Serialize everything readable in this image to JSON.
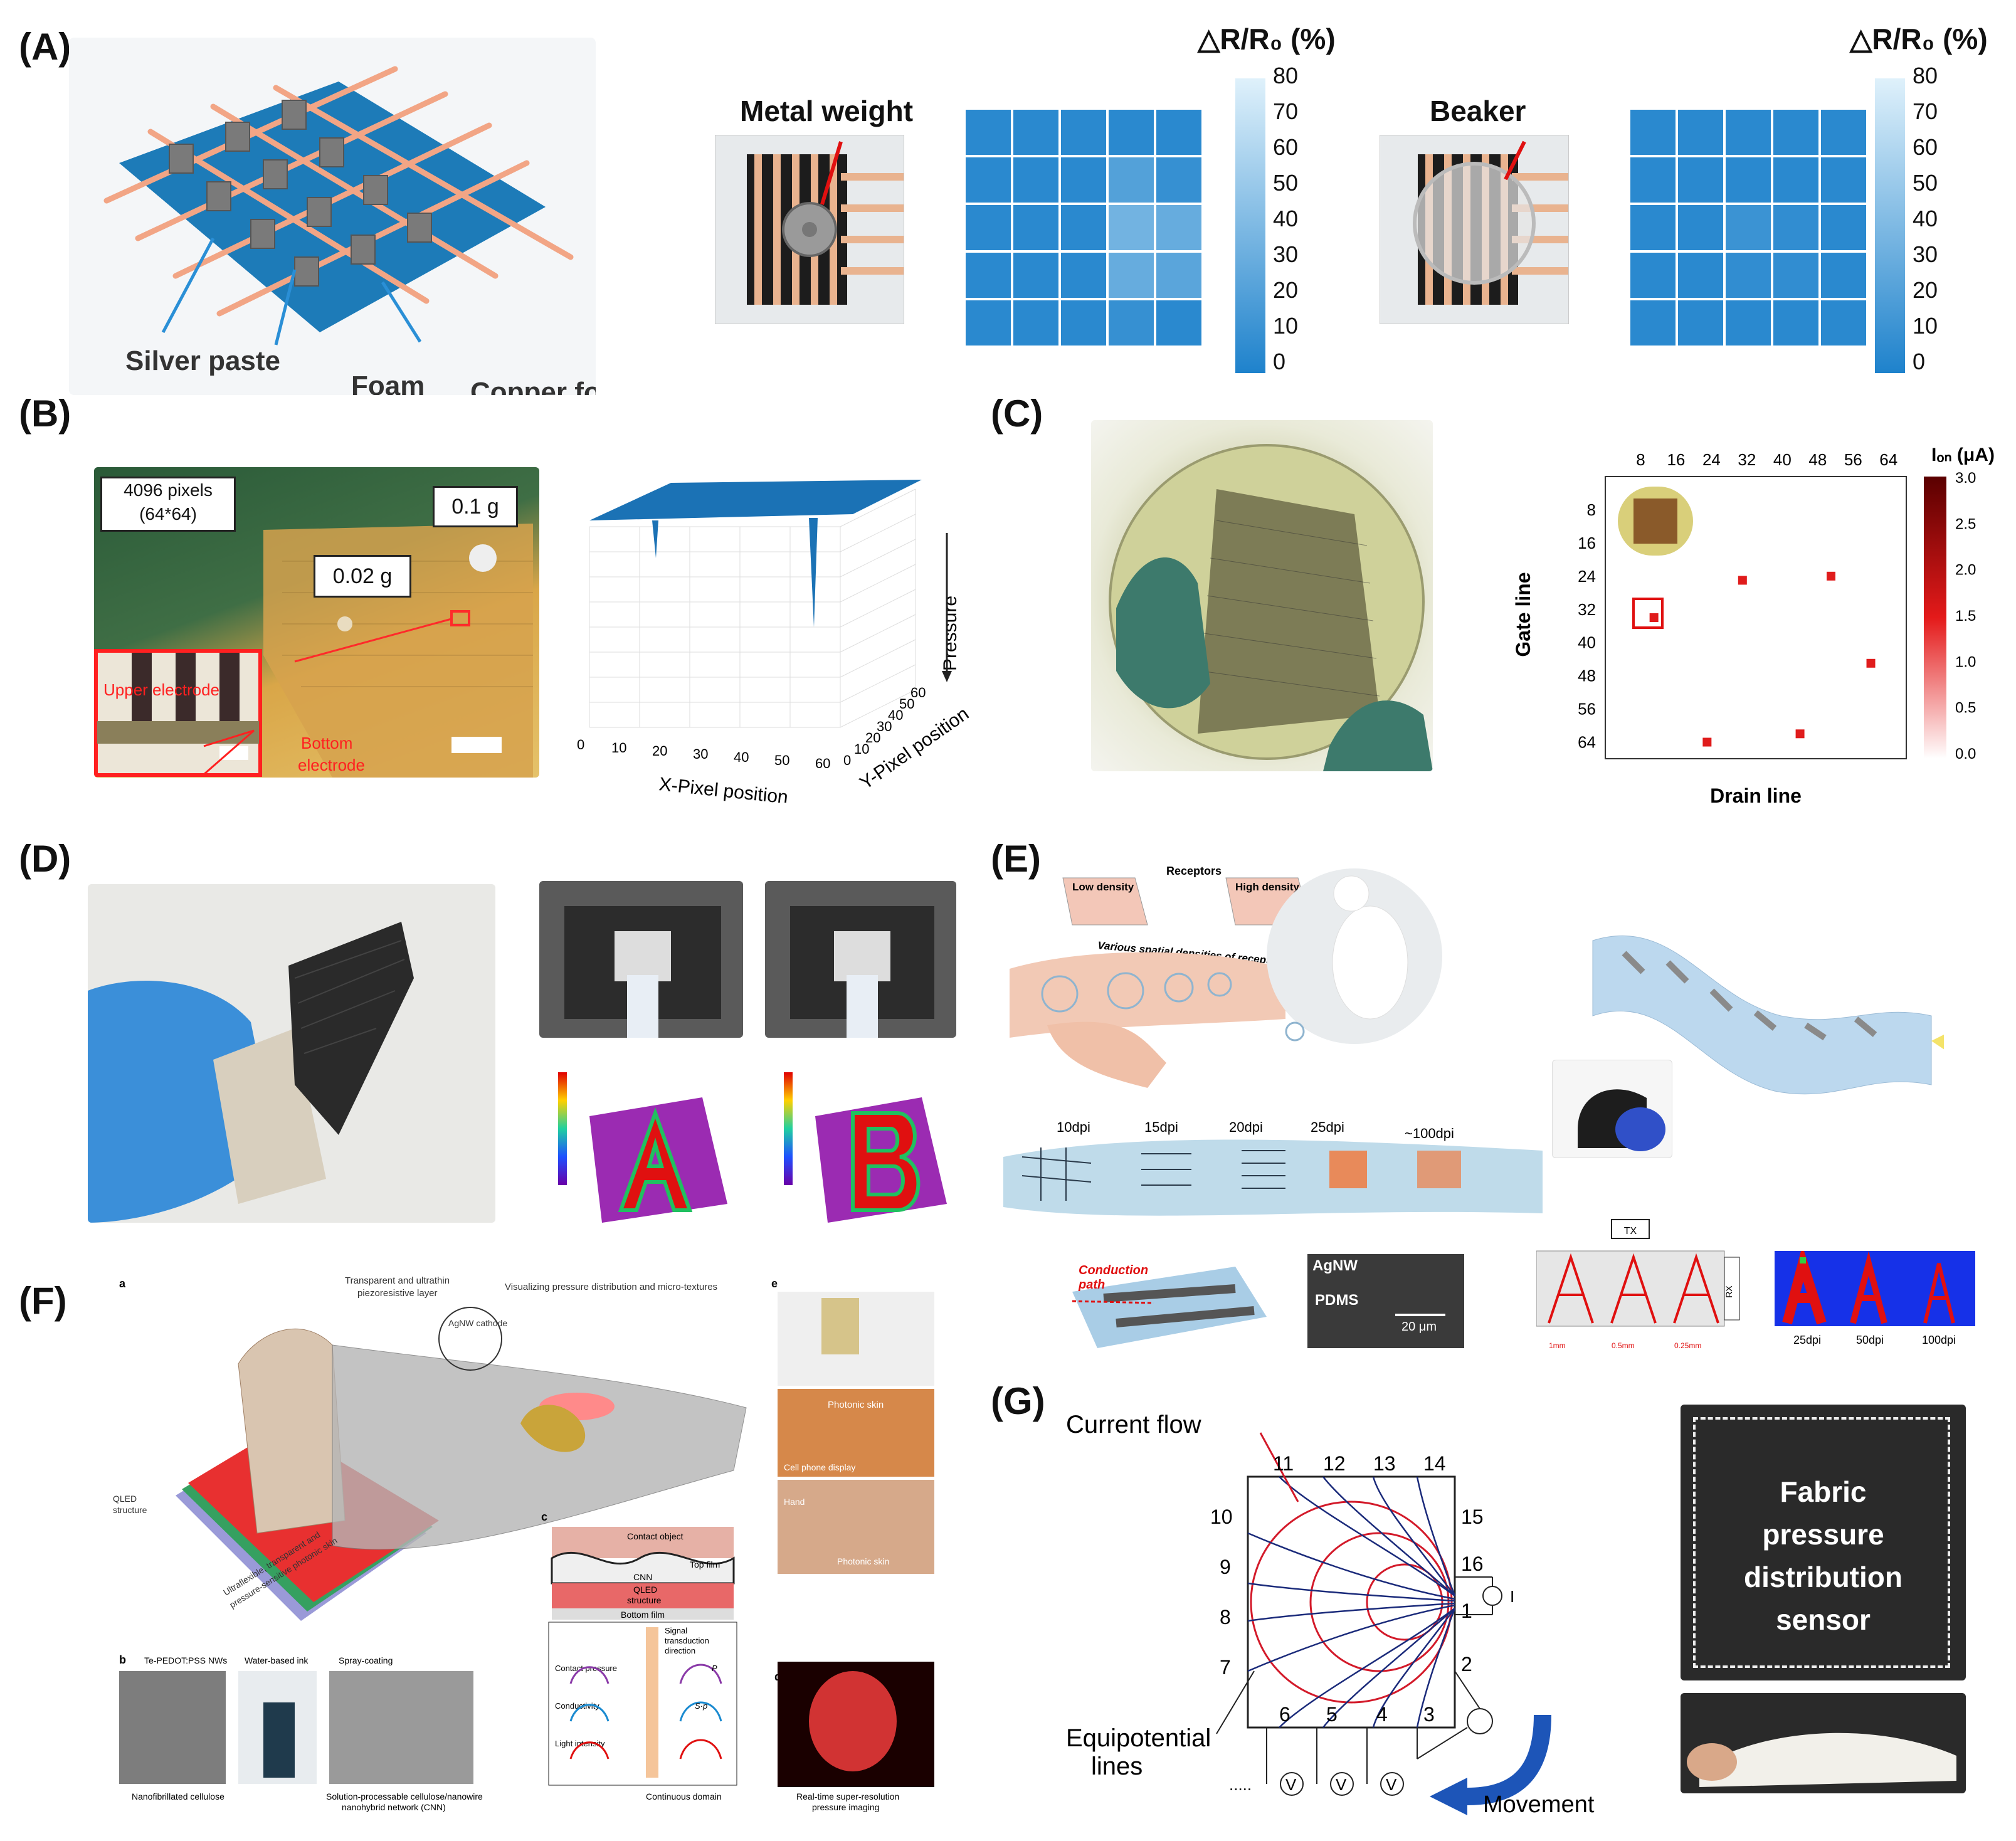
{
  "panel_labels": {
    "A": "(A)",
    "B": "(B)",
    "C": "(C)",
    "D": "(D)",
    "E": "(E)",
    "F": "(F)",
    "G": "(G)"
  },
  "panel_a": {
    "diagram_labels": {
      "silver": "Silver paste",
      "foam": "Foam",
      "copper": "Copper foil"
    },
    "photo1_label": "Metal weight",
    "photo2_label": "Beaker",
    "colorbar_title": "△R/R₀ (%)",
    "colorbar_ticks": [
      "80",
      "70",
      "60",
      "50",
      "40",
      "30",
      "20",
      "10",
      "0"
    ],
    "heatmap1": [
      [
        5,
        5,
        5,
        5,
        5
      ],
      [
        5,
        5,
        5,
        22,
        10
      ],
      [
        5,
        5,
        5,
        35,
        30
      ],
      [
        5,
        5,
        5,
        30,
        25
      ],
      [
        5,
        5,
        5,
        10,
        5
      ]
    ],
    "heatmap2": [
      [
        5,
        5,
        5,
        5,
        5
      ],
      [
        5,
        5,
        5,
        5,
        5
      ],
      [
        5,
        5,
        12,
        8,
        5
      ],
      [
        5,
        5,
        8,
        8,
        5
      ],
      [
        5,
        5,
        5,
        5,
        5
      ]
    ],
    "colors": {
      "low": "#1e82cc",
      "high": "#dff1fb"
    }
  },
  "panel_b": {
    "pixels_box": [
      "4096 pixels",
      "(64*64)"
    ],
    "weight_01": "0.1 g",
    "weight_002": "0.02 g",
    "upper": "Upper electrode",
    "bottom": [
      "Bottom",
      "electrode"
    ],
    "plot": {
      "zlabel": "Pressure",
      "xlabel": "X-Pixel position",
      "ylabel": "Y-Pixel position",
      "xticks": [
        "0",
        "10",
        "20",
        "30",
        "40",
        "50",
        "60"
      ],
      "yticks": [
        "0",
        "10",
        "20",
        "30",
        "40",
        "50",
        "60"
      ]
    }
  },
  "panel_c": {
    "xlabel": "Drain line",
    "ylabel": "Gate line",
    "xticks": [
      "8",
      "16",
      "24",
      "32",
      "40",
      "48",
      "56",
      "64"
    ],
    "yticks": [
      "8",
      "16",
      "24",
      "32",
      "40",
      "48",
      "56",
      "64"
    ],
    "cbar_title": "Iₒₙ (μA)",
    "cbar_ticks": [
      "3.0",
      "2.5",
      "2.0",
      "1.5",
      "1.0",
      "0.5",
      "0.0"
    ],
    "points": [
      [
        11,
        34
      ],
      [
        31,
        25
      ],
      [
        51,
        24
      ],
      [
        60,
        45
      ],
      [
        23,
        64
      ],
      [
        44,
        62
      ]
    ]
  },
  "panel_e": {
    "receptors": "Receptors",
    "low": "Low density",
    "high": "High density",
    "various": "Various spatial densities of receptors",
    "dpi": [
      "10dpi",
      "15dpi",
      "20dpi",
      "25dpi",
      "~100dpi"
    ],
    "conduction": [
      "Conduction",
      "path"
    ],
    "agnw": "AgNW",
    "pdms": "PDMS",
    "scale": "20 μm",
    "tx": "TX",
    "rx": "RX",
    "mm": [
      "1mm",
      "0.5mm",
      "0.25mm"
    ],
    "res": [
      "25dpi",
      "50dpi",
      "100dpi"
    ]
  },
  "panel_f": {
    "a": "a",
    "b": "b",
    "c": "c",
    "d": "d",
    "e": "e",
    "transparent": [
      "Transparent and ultrathin",
      "piezoresistive layer"
    ],
    "visualizing": "Visualizing pressure distribution and micro-textures",
    "agnw_cathode": "AgNW cathode",
    "qled": [
      "QLED",
      "structure"
    ],
    "ultraflexible": [
      "Ultraflexible, transparent and",
      "pressure-sensitive photonic skin"
    ],
    "te": "Te-PEDOT:PSS NWs",
    "water": "Water-based ink",
    "spray": "Spray-coating",
    "nano": "Nanofibrillated cellulose",
    "solution": [
      "Solution-processable cellulose/nanowire",
      "nanohybrid network (CNN)"
    ],
    "contact_object": "Contact object",
    "top_film": "Top film",
    "cnn": "CNN",
    "qled_layer": [
      "QLED",
      "structure"
    ],
    "bottom_film": "Bottom film",
    "signal": [
      "Signal",
      "transduction",
      "direction"
    ],
    "rows": [
      "Contact pressure",
      "Conductivity",
      "Light intensity"
    ],
    "p": "P",
    "sp": "S·p",
    "continuous": "Continuous domain",
    "photonic": "Photonic skin",
    "cell": "Cell phone display",
    "hand": "Hand",
    "realtime": [
      "Real-time super-resolution",
      "pressure imaging"
    ]
  },
  "panel_g": {
    "current": "Current flow",
    "equip": [
      "Equipotential",
      "lines"
    ],
    "movement": "Movement",
    "nodes_top": [
      "11",
      "12",
      "13",
      "14"
    ],
    "nodes_left": [
      "10",
      "9",
      "8",
      "7"
    ],
    "nodes_right": [
      "15",
      "16",
      "1",
      "2"
    ],
    "nodes_bottom": [
      "6",
      "5",
      "4",
      "3"
    ],
    "dots": ".....",
    "v": "V",
    "i": "I",
    "fabric": [
      "Fabric",
      "pressure",
      "distribution",
      "sensor"
    ]
  }
}
